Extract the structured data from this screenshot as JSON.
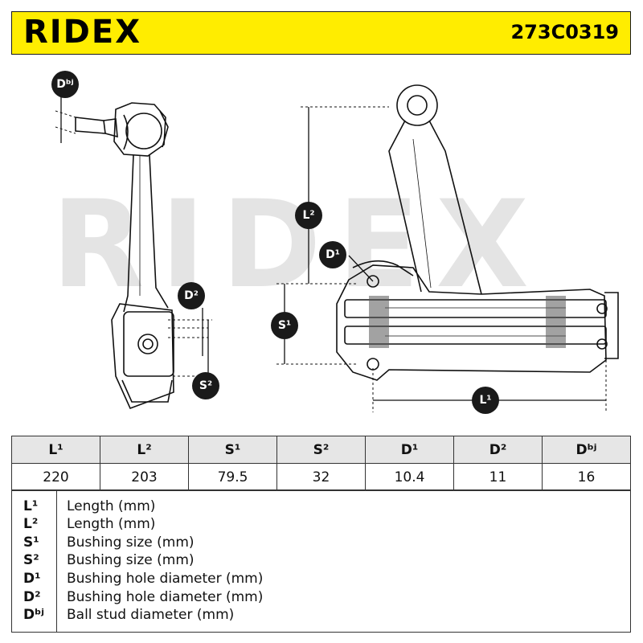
{
  "header": {
    "brand": "RIDEX",
    "part_number": "273C0319",
    "accent_color": "#FFED00"
  },
  "watermark": "RIDEX",
  "dimension_labels": {
    "Dbj": "Dᵇʲ",
    "D2": "D²",
    "S2": "S²",
    "L2": "L²",
    "D1": "D¹",
    "S1": "S¹",
    "L1": "L¹"
  },
  "specs_table": {
    "headers": [
      "L¹",
      "L²",
      "S¹",
      "S²",
      "D¹",
      "D²",
      "Dᵇʲ"
    ],
    "values": [
      "220",
      "203",
      "79.5",
      "32",
      "10.4",
      "11",
      "16"
    ]
  },
  "legend": [
    {
      "code": "L¹",
      "description": "Length (mm)"
    },
    {
      "code": "L²",
      "description": "Length (mm)"
    },
    {
      "code": "S¹",
      "description": "Bushing size (mm)"
    },
    {
      "code": "S²",
      "description": "Bushing size (mm)"
    },
    {
      "code": "D¹",
      "description": "Bushing hole diameter (mm)"
    },
    {
      "code": "D²",
      "description": "Bushing hole diameter (mm)"
    },
    {
      "code": "Dᵇʲ",
      "description": "Ball stud diameter (mm)"
    }
  ]
}
